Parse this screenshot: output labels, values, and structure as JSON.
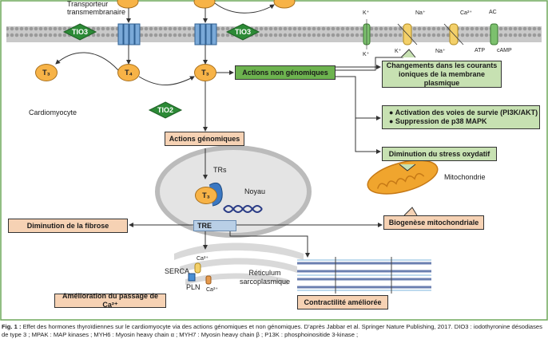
{
  "labels": {
    "transporter": "Transporteur\ntransmembranaire",
    "cardiomyocyte": "Cardiomyocyte",
    "trs": "TRs",
    "noyau": "Noyau",
    "tre": "TRE",
    "mitochondrie": "Mitochondrie",
    "reticulum": "Réticulum\nsarcoplasmique",
    "serca": "SERCA",
    "pln": "PLN",
    "ca": "Ca²⁺"
  },
  "hormones": {
    "t3": "T₃",
    "t4": "T₄"
  },
  "enzymes": {
    "tio3": "TIO3",
    "tio2": "TIO2"
  },
  "ion_channels": {
    "k1_top": "K⁺",
    "k1_bottom": "K⁺",
    "na_top": "Na⁺",
    "k2_bottom": "K⁺",
    "ca_top": "Ca²⁺",
    "na_bottom": "Na⁺",
    "ac_top": "AC",
    "atp": "ATP",
    "camp": "cAMP"
  },
  "boxes": {
    "non_genomic": "Actions non génomiques",
    "genomic": "Actions génomiques",
    "ion_changes": "Changements dans les courants ioniques de la membrane plasmique",
    "survival_1": "● Activation des voies de survie (PI3K/AKT)",
    "survival_2": "● Suppression de p38 MAPK",
    "oxidative": "Diminution du stress oxydatif",
    "fibrosis": "Diminution de la fibrose",
    "mito_biogenesis": "Biogenèse mitochondriale",
    "contractility": "Contractilité améliorée",
    "calcium": "Amélioration du passage de Ca²⁺"
  },
  "caption": {
    "label": "Fig. 1 :",
    "text": "Effet des hormones thyroïdiennes sur le cardiomyocyte via des actions génomiques et non génomiques. D’après Jabbar et al. Springer Nature Publishing, 2017. DIO3 : iodothyronine désodiases de type 3 ; MPAK : MAP kinases ; MYH6 : Myosin heavy chain α ; MYH7 : Myosin heavy chain β ; P13K : phosphoinositide 3-kinase ;"
  }
}
